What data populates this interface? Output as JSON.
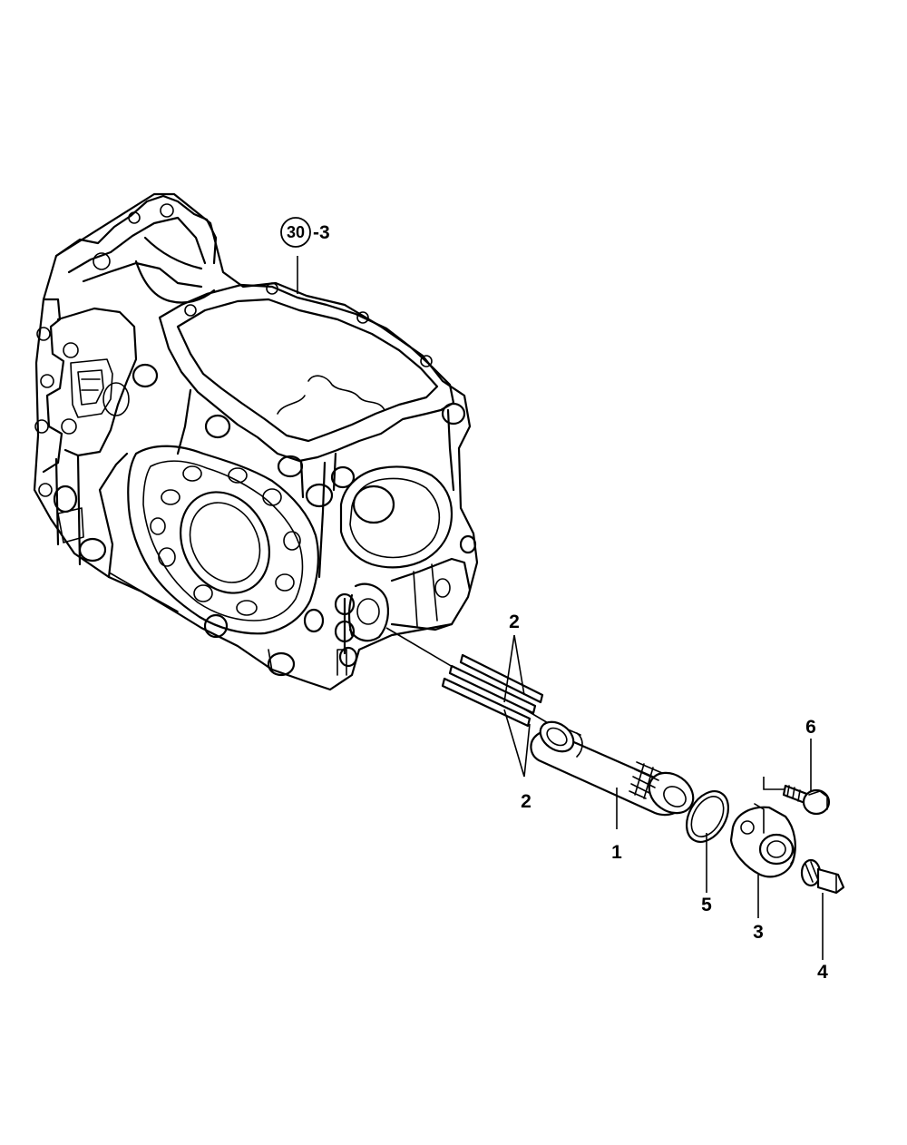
{
  "reference": {
    "circled": "30",
    "suffix": "-3"
  },
  "callouts": {
    "part_1": "1",
    "part_2_upper": "2",
    "part_2_lower": "2",
    "part_3": "3",
    "part_4": "4",
    "part_5": "5",
    "part_6": "6"
  }
}
